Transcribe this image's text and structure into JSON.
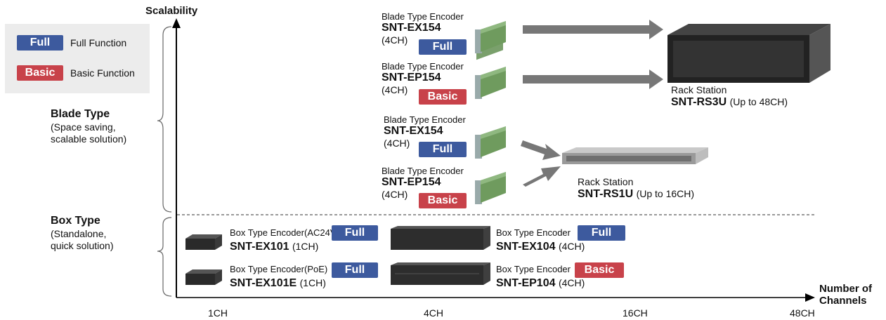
{
  "axis": {
    "y_label": "Scalability",
    "x_label_line1": "Number of",
    "x_label_line2": "Channels",
    "ticks": [
      "1CH",
      "4CH",
      "16CH",
      "48CH"
    ]
  },
  "legend": {
    "full_badge": "Full",
    "full_text": "Full Function",
    "basic_badge": "Basic",
    "basic_text": "Basic Function"
  },
  "groups": {
    "blade": {
      "title": "Blade Type",
      "desc1": "(Space saving,",
      "desc2": "scalable solution)"
    },
    "box": {
      "title": "Box Type",
      "desc1": "(Standalone,",
      "desc2": "quick solution)"
    }
  },
  "blade_encoders": [
    {
      "type": "Blade Type Encoder",
      "model": "SNT-EX154",
      "ch": "(4CH)",
      "badge": "Full"
    },
    {
      "type": "Blade Type Encoder",
      "model": "SNT-EP154",
      "ch": "(4CH)",
      "badge": "Basic"
    },
    {
      "type": "Blade Type Encoder",
      "model": "SNT-EX154",
      "ch": "(4CH)",
      "badge": "Full"
    },
    {
      "type": "Blade Type Encoder",
      "model": "SNT-EP154",
      "ch": "(4CH)",
      "badge": "Basic"
    }
  ],
  "rack_stations": [
    {
      "label": "Rack Station",
      "model": "SNT-RS3U",
      "cap": "(Up to 48CH)"
    },
    {
      "label": "Rack Station",
      "model": "SNT-RS1U",
      "cap": "(Up to 16CH)"
    }
  ],
  "box_encoders": [
    {
      "type": "Box Type Encoder(AC24V)",
      "model": "SNT-EX101",
      "ch": "(1CH)",
      "badge": "Full"
    },
    {
      "type": "Box Type Encoder(PoE)",
      "model": "SNT-EX101E",
      "ch": "(1CH)",
      "badge": "Full"
    },
    {
      "type": "Box Type Encoder",
      "model": "SNT-EX104",
      "ch": "(4CH)",
      "badge": "Full"
    },
    {
      "type": "Box Type Encoder",
      "model": "SNT-EP104",
      "ch": "(4CH)",
      "badge": "Basic"
    }
  ],
  "colors": {
    "full": "#3d5a9e",
    "basic": "#c8424a",
    "arrow": "#777777",
    "legend_bg": "#ececec"
  }
}
